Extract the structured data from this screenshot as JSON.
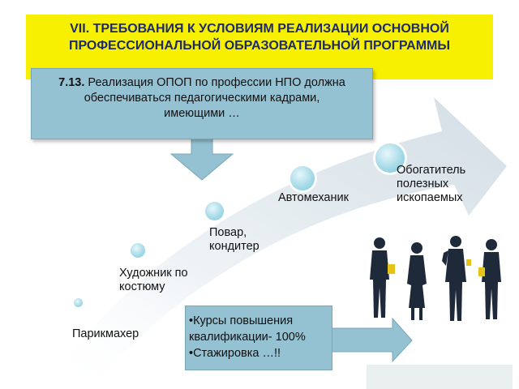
{
  "header": {
    "title_line1": "VII. ТРЕБОВАНИЯ К УСЛОВИЯМ РЕАЛИЗАЦИИ ОСНОВНОЙ",
    "title_line2": "ПРОФЕССИОНАЛЬНОЙ ОБРАЗОВАТЕЛЬНОЙ ПРОГРАММЫ"
  },
  "info_box": {
    "number": "7.13.",
    "line1": " Реализация ОПОП по профессии НПО должна",
    "line2": "обеспечиваться педагогическими кадрами,",
    "line3": "имеющими …"
  },
  "professions": {
    "p1": "Парикмахер",
    "p2_line1": "Художник по",
    "p2_line2": "костюму",
    "p3_line1": "Повар,",
    "p3_line2": "кондитер",
    "p4": "Автомеханик",
    "p5_line1": "Обогатитель",
    "p5_line2": "полезных",
    "p5_line3": "ископаемых"
  },
  "bottom_box": {
    "item1_line1": "•Курсы повышения",
    "item1_line2": " квалификации- 100%",
    "item2": "•Стажировка …!!"
  },
  "colors": {
    "header_bg": "#f7f000",
    "header_text": "#1f2a6b",
    "box_bg": "#95c2d3",
    "arrow": "#dbe6ec"
  }
}
